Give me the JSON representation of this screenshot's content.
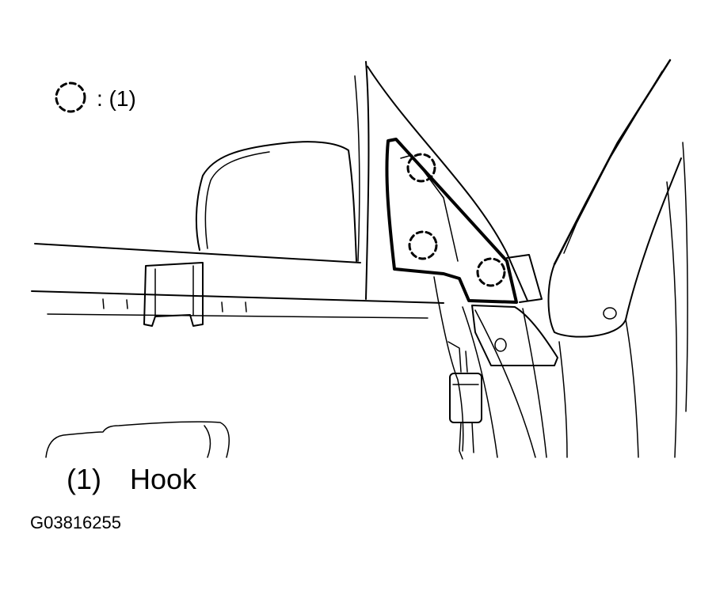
{
  "legend": {
    "symbol": "dashed-circle",
    "text": ": (1)"
  },
  "callout": {
    "number": "(1)",
    "label": "Hook"
  },
  "figure_code": "G03816255",
  "colors": {
    "line": "#000000",
    "background": "#ffffff"
  }
}
